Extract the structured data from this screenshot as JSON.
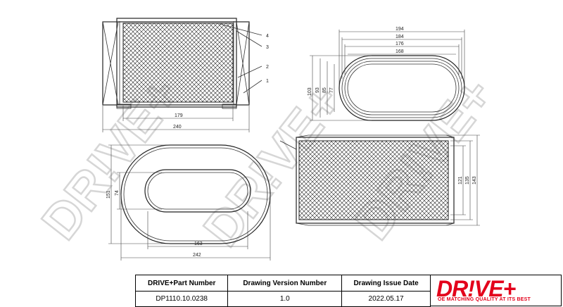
{
  "part_views": {
    "side_view": {
      "callouts": [
        "4",
        "3",
        "2",
        "1"
      ],
      "dim_horizontal": [
        "179",
        "240"
      ]
    },
    "top_view": {
      "dim_widths": [
        "194",
        "184",
        "176",
        "168"
      ],
      "dim_heights": [
        "103",
        "93",
        "85",
        "77"
      ]
    },
    "bottom_view": {
      "dim_horizontal": [
        "163",
        "242"
      ],
      "dim_vertical": [
        "151",
        "74"
      ]
    },
    "front_view": {
      "dim_vertical": [
        "121",
        "135",
        "143"
      ]
    }
  },
  "title_block": {
    "headers": [
      "DRIVE+Part Number",
      "Drawing Version Number",
      "Drawing Issue Date"
    ],
    "values": [
      "DP1110.10.0238",
      "1.0",
      "2022.05.17"
    ]
  },
  "logo": {
    "text": "DR!VE+",
    "tagline": "OE MATCHING QUALITY AT ITS BEST",
    "color": "#e3001b"
  }
}
